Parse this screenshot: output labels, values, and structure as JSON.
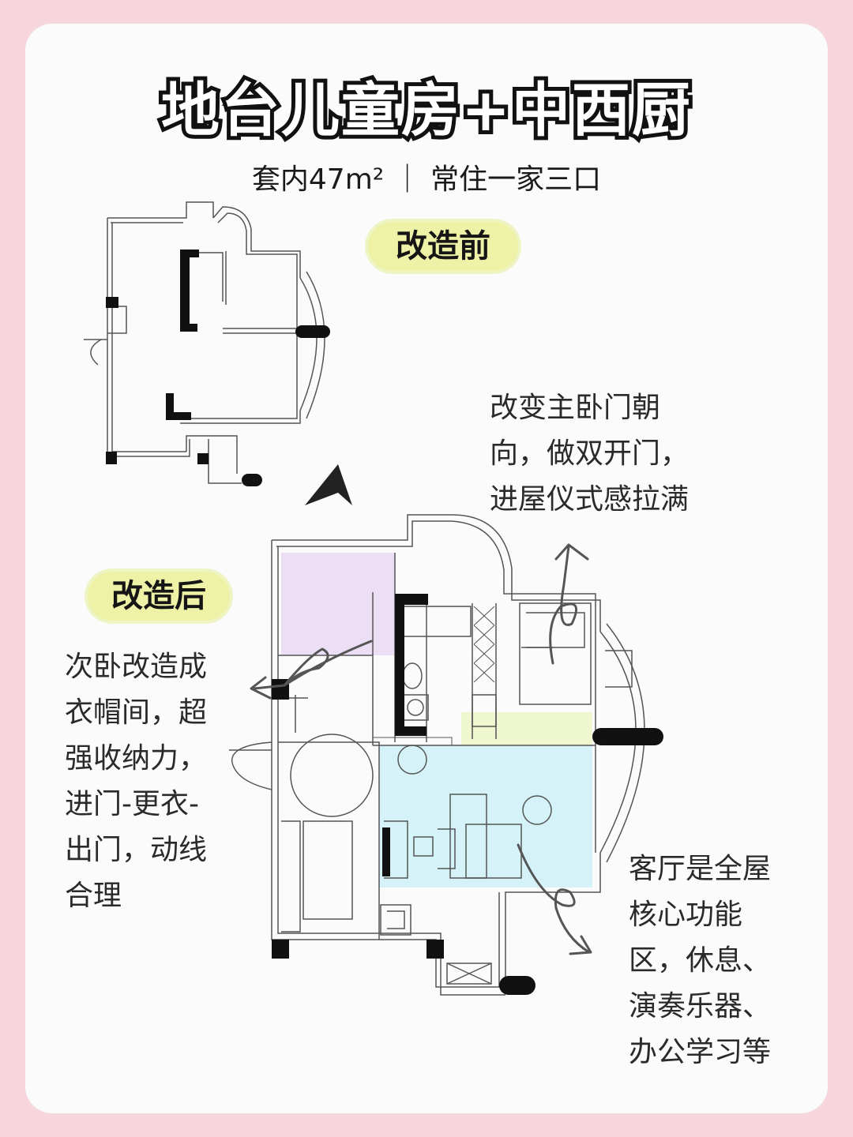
{
  "header": {
    "title": "地台儿童房+中西厨",
    "subtitle": "套内47m² ｜ 常住一家三口"
  },
  "labels": {
    "before": "改造前",
    "after": "改造后"
  },
  "notes": {
    "top_right": "改变主卧门朝\n向，做双开门，\n进屋仪式感拉满",
    "left": "次卧改造成\n衣帽间，超\n强收纳力，\n进门-更衣-\n出门，动线\n合理",
    "bottom_right": "客厅是全屋\n核心功能\n区，休息、\n演奏乐器、\n办公学习等"
  },
  "colors": {
    "background": "#f6d5dc",
    "card": "#fbfbfb",
    "pill": "#eef2a6",
    "wardrobe_zone": "#ecdff5",
    "living_zone": "#d4f2f7",
    "door_zone": "#eef7cf"
  }
}
